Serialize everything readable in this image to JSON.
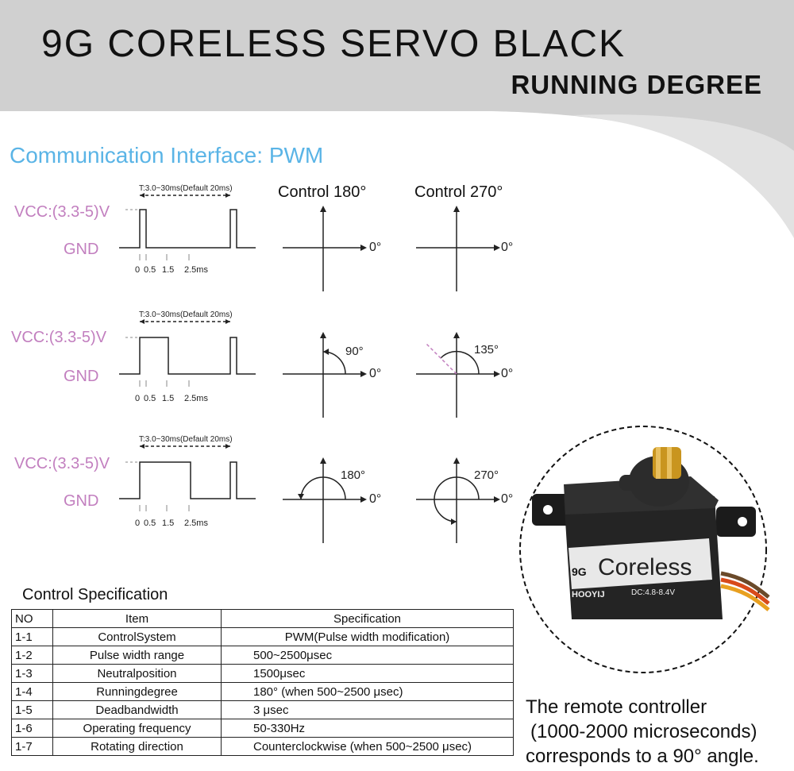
{
  "header": {
    "title": "9G CORELESS SERVO BLACK",
    "subtitle": "RUNNING DEGREE"
  },
  "interface": {
    "title": "Communication Interface: PWM",
    "vcc_label": "VCC:(3.3-5)V",
    "gnd_label": "GND",
    "period_label": "T:3.0~30ms(Default 20ms)",
    "ticks": [
      "0",
      "0.5",
      "1.5",
      "2.5ms"
    ],
    "control_180": "Control 180°",
    "control_270": "Control 270°",
    "zero_label": "0°",
    "rows": [
      {
        "pulse_ms": 0.5,
        "angle_180": "",
        "angle_270": ""
      },
      {
        "pulse_ms": 1.5,
        "angle_180": "90°",
        "angle_270": "135°"
      },
      {
        "pulse_ms": 2.5,
        "angle_180": "180°",
        "angle_270": "270°"
      }
    ]
  },
  "servo_image": {
    "brand_text": "Coreless",
    "size_text": "9G",
    "maker_text": "HOOYIJ",
    "voltage_text": "DC:4.8-8.4V"
  },
  "spec": {
    "title": "Control Specification",
    "headers": [
      "NO",
      "Item",
      "Specification"
    ],
    "rows": [
      {
        "no": "1-1",
        "item": "ControlSystem",
        "value": "PWM(Pulse width modification)"
      },
      {
        "no": "1-2",
        "item": "Pulse width range",
        "value": "500~2500μsec"
      },
      {
        "no": "1-3",
        "item": "Neutralposition",
        "value": "1500μsec"
      },
      {
        "no": "1-4",
        "item": "Runningdegree",
        "value": "180° (when 500~2500 μsec)"
      },
      {
        "no": "1-5",
        "item": "Deadbandwidth",
        "value": "3 μsec"
      },
      {
        "no": "1-6",
        "item": "Operating frequency",
        "value": "50-330Hz"
      },
      {
        "no": "1-7",
        "item": "Rotating direction",
        "value": "Counterclockwise (when 500~2500 μsec)"
      }
    ]
  },
  "note": {
    "line1": "The remote controller",
    "line2": "(1000-2000 microseconds)",
    "line3": "corresponds to a 90° angle."
  },
  "colors": {
    "header_band": "#d0d0d0",
    "accent_blue": "#5ab4e6",
    "signal_purple": "#c27fbf"
  }
}
